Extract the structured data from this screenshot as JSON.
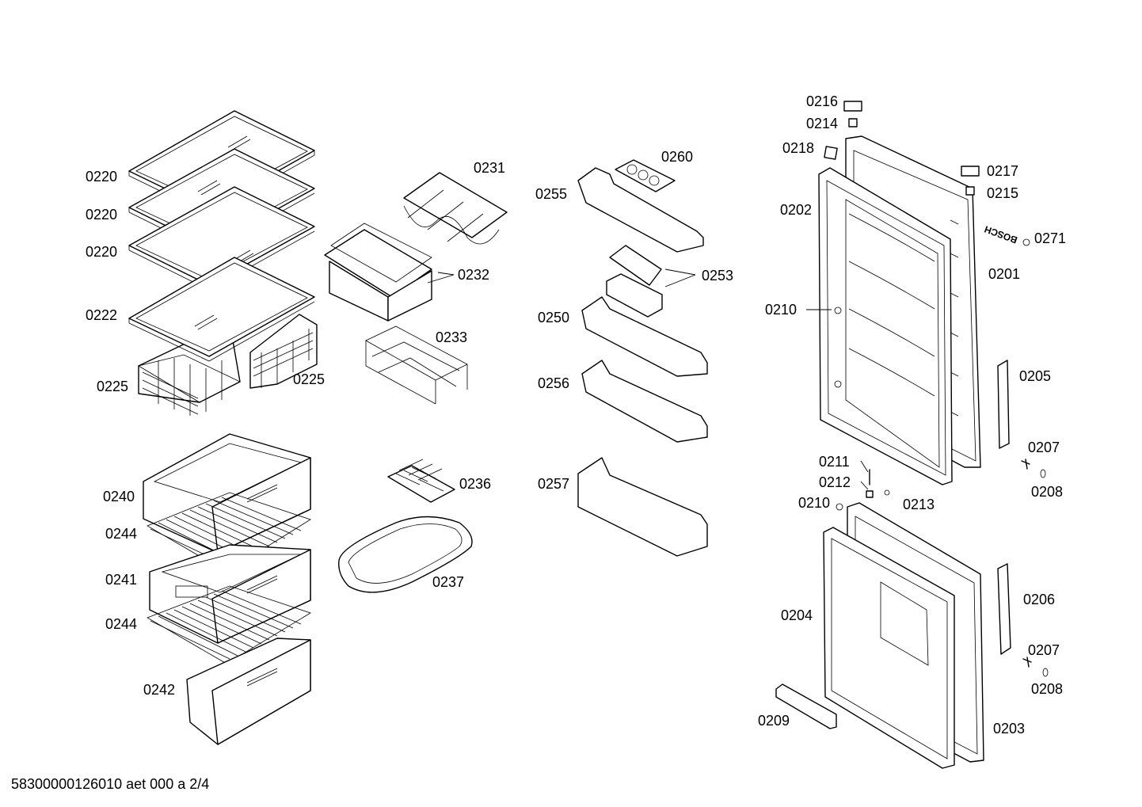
{
  "labels": {
    "p0220a": "0220",
    "p0220b": "0220",
    "p0220c": "0220",
    "p0222": "0222",
    "p0225a": "0225",
    "p0225b": "0225",
    "p0231": "0231",
    "p0232": "0232",
    "p0233": "0233",
    "p0236": "0236",
    "p0237": "0237",
    "p0240": "0240",
    "p0244a": "0244",
    "p0241": "0241",
    "p0244b": "0244",
    "p0242": "0242",
    "p0260": "0260",
    "p0255": "0255",
    "p0253": "0253",
    "p0250": "0250",
    "p0256": "0256",
    "p0257": "0257",
    "p0216": "0216",
    "p0214": "0214",
    "p0218": "0218",
    "p0217": "0217",
    "p0215": "0215",
    "p0202": "0202",
    "p0271": "0271",
    "p0201": "0201",
    "p0210a": "0210",
    "p0205": "0205",
    "p0207a": "0207",
    "p0208a": "0208",
    "p0211": "0211",
    "p0212": "0212",
    "p0213": "0213",
    "p0210b": "0210",
    "p0206": "0206",
    "p0204": "0204",
    "p0207b": "0207",
    "p0208b": "0208",
    "p0209": "0209",
    "p0203": "0203"
  },
  "brand_mark": "BOSCH",
  "footer": "58300000126010 aet 000 a 2/4"
}
